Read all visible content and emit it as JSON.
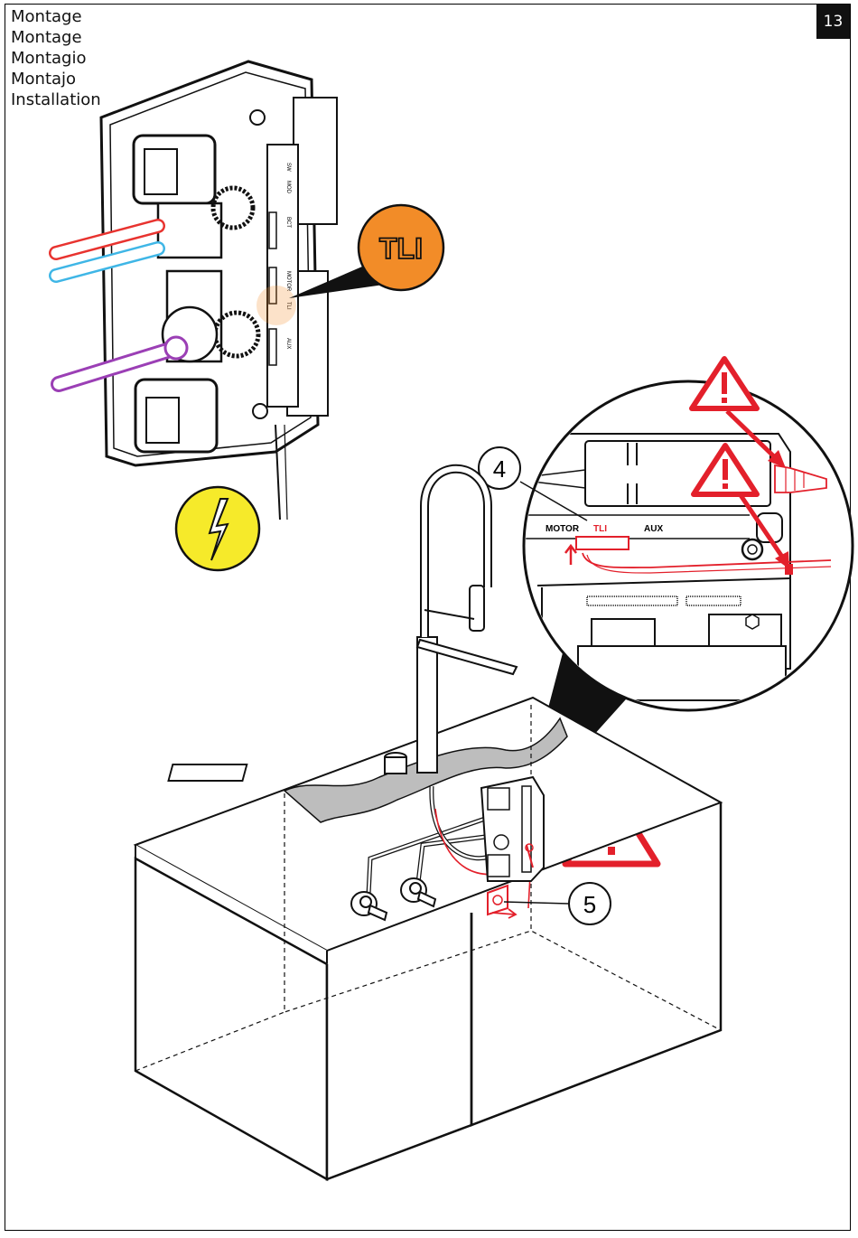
{
  "header": {
    "titles": [
      "Montage",
      "Montage",
      "Montagio",
      "Montajo",
      "Installation"
    ],
    "page_number": "13"
  },
  "callouts": {
    "tli_badge": "TLI",
    "step_4": "4",
    "step_5": "5"
  },
  "unit_labels": {
    "top_port_1": "SW",
    "top_port_2": "MOD",
    "top_port_3": "BCT",
    "motor": "MOTOR",
    "tli": "TLI",
    "aux": "AUX"
  },
  "detail_labels": {
    "motor": "MOTOR",
    "tli": "TLI",
    "aux": "AUX"
  },
  "colors": {
    "hot_pipe": "#e8332f",
    "cold_pipe": "#3fb6e6",
    "mixed_pipe": "#9b3fb5",
    "tli_badge": "#f28c28",
    "warning_red": "#e3202b",
    "electric_yellow": "#f6ea2a"
  }
}
